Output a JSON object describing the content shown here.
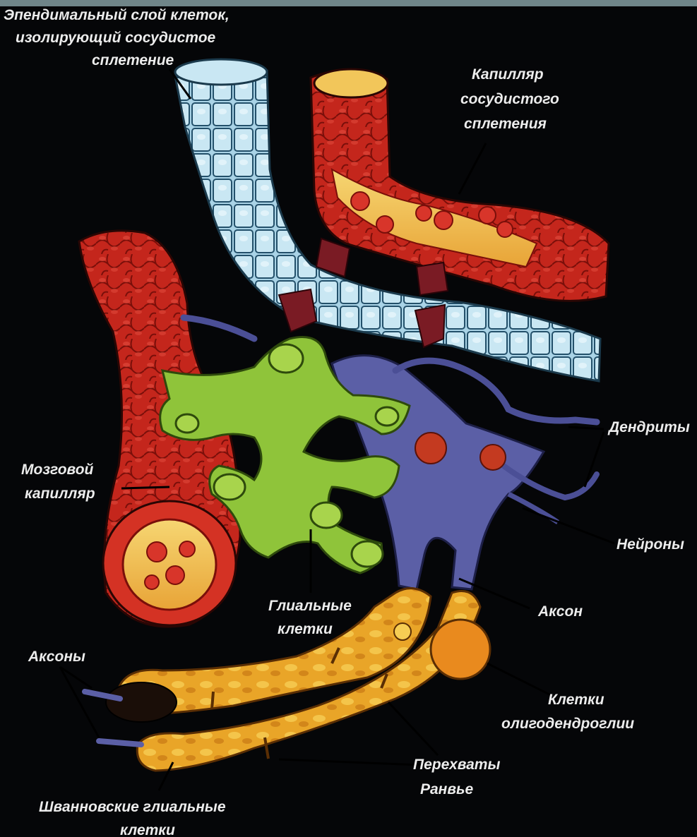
{
  "labels": {
    "ependymal": [
      "Эпендимальный слой клеток,",
      "изолирующий сосудистое",
      "сплетение"
    ],
    "plexus_capillary": [
      "Капилляр",
      "сосудистого",
      "сплетения"
    ],
    "dendrites": "Дендриты",
    "brain_capillary": [
      "Мозговой",
      "капилляр"
    ],
    "neurons": "Нейроны",
    "glial_cells": [
      "Глиальные",
      "клетки"
    ],
    "axon": "Аксон",
    "axons": "Аксоны",
    "oligodendroglia": [
      "Клетки",
      "олигодендроглии"
    ],
    "ranvier": [
      "Перехваты",
      "Ранвье"
    ],
    "schwann": [
      "Шванновские глиальные",
      "клетки"
    ]
  },
  "colors": {
    "background": "#050608",
    "frame": "#6f8589",
    "ependymal": "#a9d3e6",
    "capillary": "#c4261c",
    "capillary_lumen": "#f2c65a",
    "glia": "#8fc43a",
    "neuron": "#5b5fa6",
    "nucleus": "#c43a20",
    "myelin": "#e9a528",
    "barrier": "#7a1b24",
    "label": "#ececec"
  }
}
